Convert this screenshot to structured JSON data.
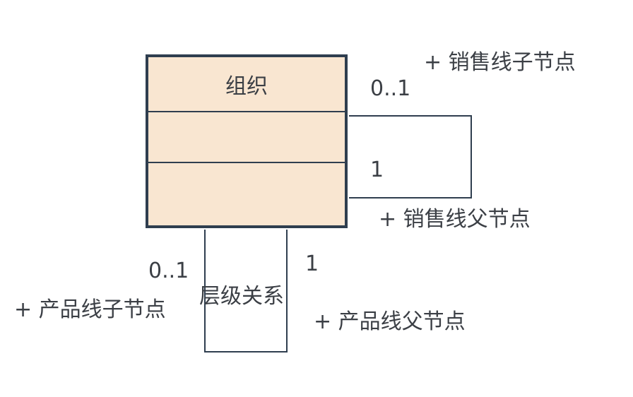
{
  "class": {
    "name": "组织"
  },
  "association": {
    "name": "层级关系"
  },
  "right_self_association": {
    "upper_multiplicity": "0..1",
    "upper_role": "+ 销售线子节点",
    "lower_multiplicity": "1",
    "lower_role": "+ 销售线父节点"
  },
  "bottom_self_association": {
    "left_multiplicity": "0..1",
    "left_role": "+ 产品线子节点",
    "right_multiplicity": "1",
    "right_role": "+ 产品线父节点"
  },
  "colors": {
    "class_fill": "#f9e6d1",
    "class_border": "#2f3e4f",
    "line": "#2f3e4f",
    "text": "#3b3f45"
  }
}
